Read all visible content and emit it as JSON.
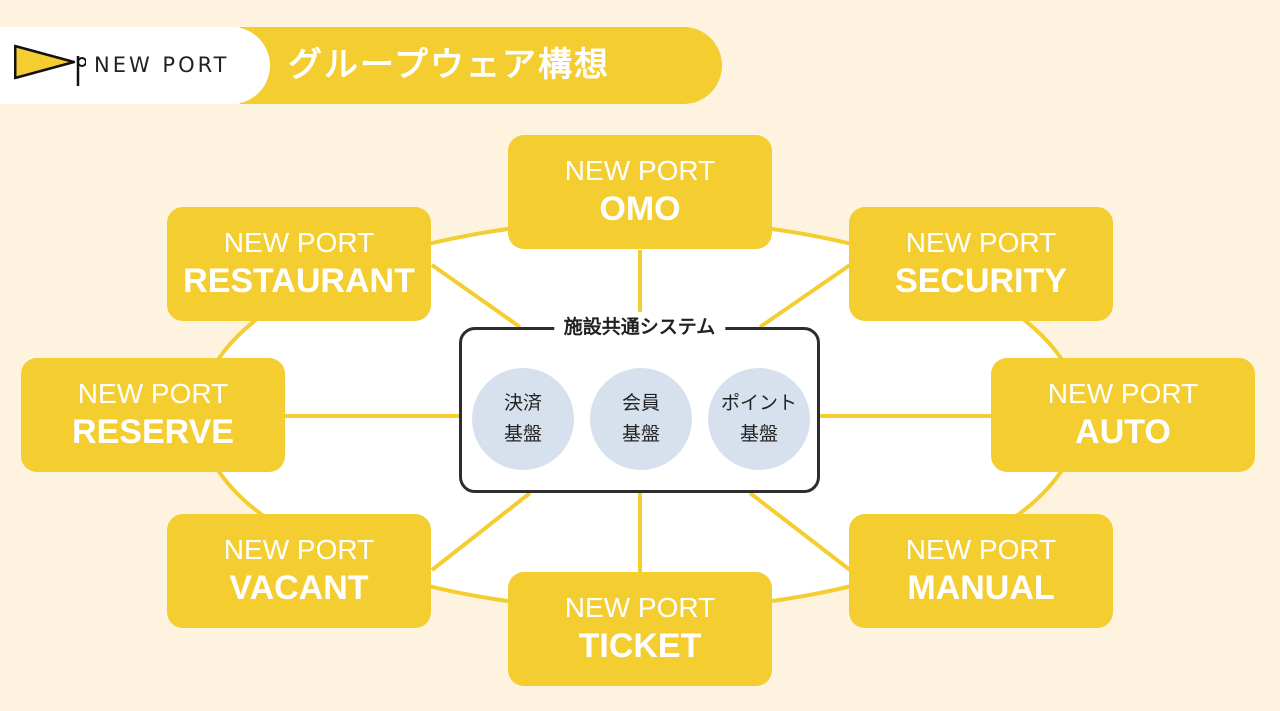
{
  "header": {
    "logo_text": "NEW PORT",
    "title": "グループウェア構想"
  },
  "colors": {
    "background": "#fdf3df",
    "accent_yellow": "#f4cd31",
    "module_circle": "#d7e1ee",
    "text_dark": "#222222",
    "white": "#ffffff"
  },
  "core": {
    "title": "施設共通システム",
    "modules": [
      {
        "line1": "決済",
        "line2": "基盤"
      },
      {
        "line1": "会員",
        "line2": "基盤"
      },
      {
        "line1": "ポイント",
        "line2": "基盤"
      }
    ]
  },
  "products": [
    {
      "prefix": "NEW PORT",
      "name": "OMO"
    },
    {
      "prefix": "NEW PORT",
      "name": "SECURITY"
    },
    {
      "prefix": "NEW PORT",
      "name": "AUTO"
    },
    {
      "prefix": "NEW PORT",
      "name": "MANUAL"
    },
    {
      "prefix": "NEW PORT",
      "name": "TICKET"
    },
    {
      "prefix": "NEW PORT",
      "name": "VACANT"
    },
    {
      "prefix": "NEW PORT",
      "name": "RESERVE"
    },
    {
      "prefix": "NEW PORT",
      "name": "RESTAURANT"
    }
  ]
}
